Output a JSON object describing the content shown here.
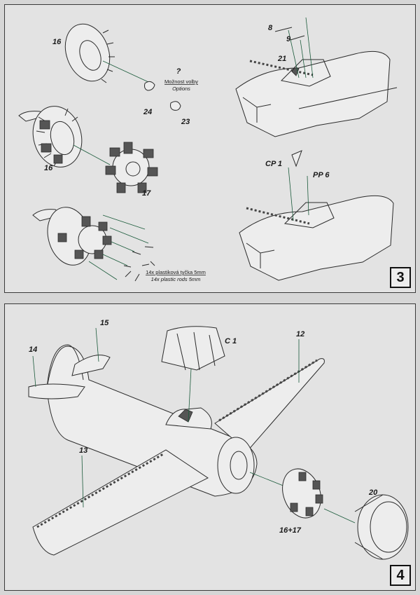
{
  "step3": {
    "number": "3",
    "callouts": {
      "c16a": "16",
      "c16b": "16",
      "c17": "17",
      "c24": "24",
      "c23": "23",
      "c8": "8",
      "c9": "9",
      "c21": "21",
      "cp1": "CP 1",
      "pp6": "PP 6"
    },
    "options_note": {
      "mark": "?",
      "czech": "Možnost volby",
      "english": "Options"
    },
    "rods_note": {
      "czech": "14x plastiková tyčka 5mm",
      "english": "14x plastic rods 5mm"
    }
  },
  "step4": {
    "number": "4",
    "callouts": {
      "c15": "15",
      "c14": "14",
      "cc1": "C 1",
      "c12": "12",
      "c13": "13",
      "c1617": "16+17",
      "c20": "20"
    }
  },
  "colors": {
    "page": "#d6d6d6",
    "panel": "#e3e3e3",
    "leader": "#1a5a3a"
  }
}
